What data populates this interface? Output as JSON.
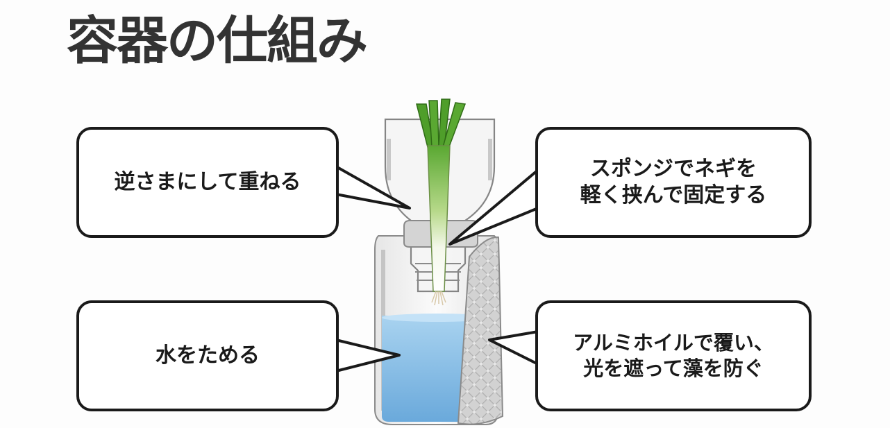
{
  "title": "容器の仕組み",
  "callouts": {
    "top_left": "逆さまにして重ねる",
    "top_right": "スポンジでネギを\n軽く挟んで固定する",
    "bottom_left": "水をためる",
    "bottom_right": "アルミホイルで覆い、\n光を遮って藻を防ぐ"
  },
  "colors": {
    "outline": "#1a1a1a",
    "title": "#333333",
    "water": "#8fc3e8",
    "scallion_green": "#5aa832",
    "sponge": "#d4d4d4",
    "foil": "#c9c9c9"
  }
}
